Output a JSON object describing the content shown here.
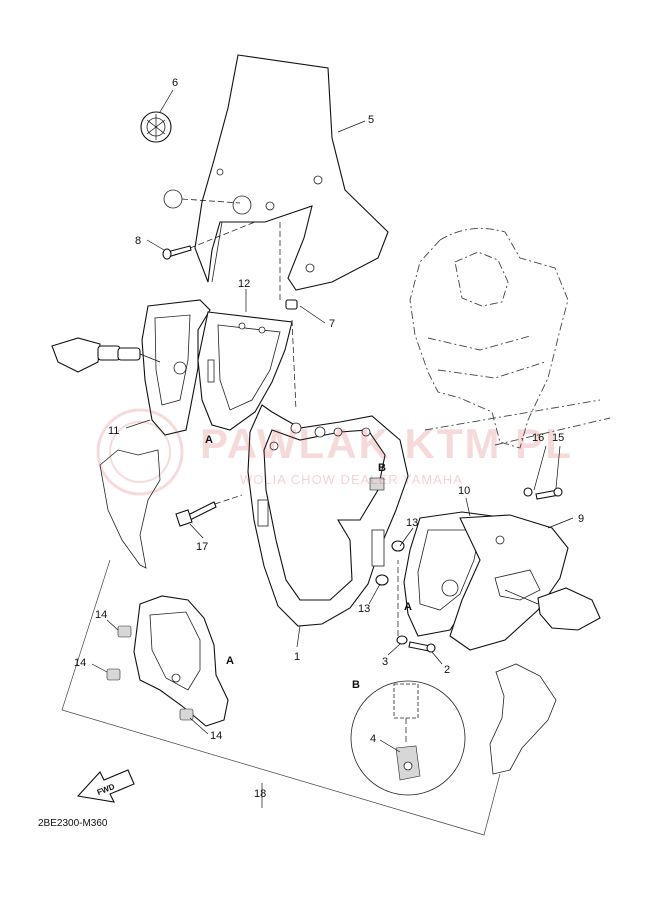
{
  "diagram": {
    "code": "2BE2300-M360",
    "fwd_label": "FWD",
    "callouts": {
      "n1": "1",
      "n2": "2",
      "n3": "3",
      "n4": "4",
      "n5": "5",
      "n6": "6",
      "n7": "7",
      "n8": "8",
      "n9": "9",
      "n10": "10",
      "n11": "11",
      "n12": "12",
      "n13a": "13",
      "n13b": "13",
      "n14a": "14",
      "n14b": "14",
      "n14c": "14",
      "n15": "15",
      "n16": "16",
      "n17": "17",
      "n18": "18"
    },
    "letters": {
      "a1": "A",
      "a2": "A",
      "a3": "A",
      "b1": "B",
      "b2": "B"
    }
  },
  "watermark": {
    "name": "PAWLAK KTM PL",
    "tagline": "WOLIA CHOW DEALER YAMAHA"
  },
  "colors": {
    "line": "#111111",
    "watermark": "#d23a3a",
    "shade": "#d7d7d7"
  }
}
